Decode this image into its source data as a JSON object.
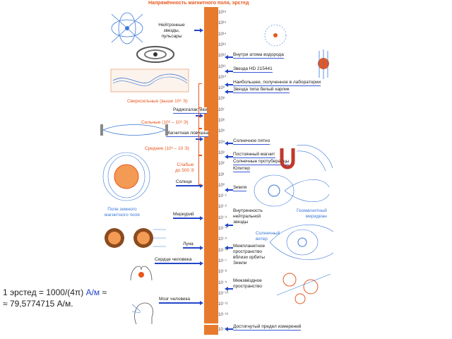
{
  "title": "Напряжённость магнитного поля, эрстед",
  "scale_ticks": [
    "10¹⁶",
    "10¹⁵",
    "10¹⁴",
    "10¹³",
    "10¹²",
    "10¹¹",
    "10¹⁰",
    "10⁹",
    "10⁸",
    "10⁷",
    "10⁶",
    "10⁵",
    "10⁴",
    "10³",
    "10²",
    "10¹",
    "10⁰",
    "10⁻¹",
    "10⁻²",
    "10⁻³",
    "10⁻⁴",
    "10⁻⁵",
    "10⁻⁶",
    "10⁻⁷",
    "10⁻⁸",
    "10⁻⁹",
    "10⁻¹⁰",
    "10⁻¹¹",
    "10⁻¹²"
  ],
  "scale_bottom_tick": "10⁻¹⁶",
  "labels_left": {
    "neutron": "Нейтронные звезды,\nпульсары",
    "radiogal": "Радиогалактики",
    "trap": "Магнитная ловушка",
    "sun": "Солнце",
    "mercury": "Меркурий",
    "moon": "Луна",
    "heart": "Сердце человека",
    "brain": "Мозг человека"
  },
  "labels_right": {
    "hatom": "Внутри атома водорода",
    "hfield": "Звезда HD 215441",
    "lab": "Наибольшее, полученное в лаборатории",
    "whitedwarf": "Звезда типа белый карлик",
    "sunspot": "Солнечное пятно",
    "magnet": "Постоянный магнит",
    "solar_flare": "Солнечные протуберанцы",
    "jupiter": "Юпитер",
    "earth": "Земля",
    "earth_core": "Внутренность нейтральной звезды",
    "interplanet": "Межпланетное пространство вблизи орбиты Земли",
    "interstellar": "Межзвёздное пространство",
    "min": "Достигнутый предел измерений"
  },
  "categories": {
    "super": "Сверхсильные (выше 10⁶ Э)",
    "strong": "Сильные (10⁶ – 10³ Э)",
    "medium": "Средние (10³ – 10 Э)",
    "weak": "Слабые\nдо 500 Э",
    "planet_field": "Поле земного\nмагнитного поля",
    "geo_field": "Геомагнитный\nмеридиан",
    "solar_wind": "Солнечный\nветер"
  },
  "formula": {
    "line1_prefix": "1 эрстед = 1000/(4π) ",
    "unit": "А/м",
    "line1_suffix": " ≈",
    "line2": "≈ 79,5774715 А/м."
  },
  "colors": {
    "scale": "#e87a2e",
    "arrow": "#2346c8",
    "category": "#e8571e",
    "field": "#3a78d9"
  }
}
